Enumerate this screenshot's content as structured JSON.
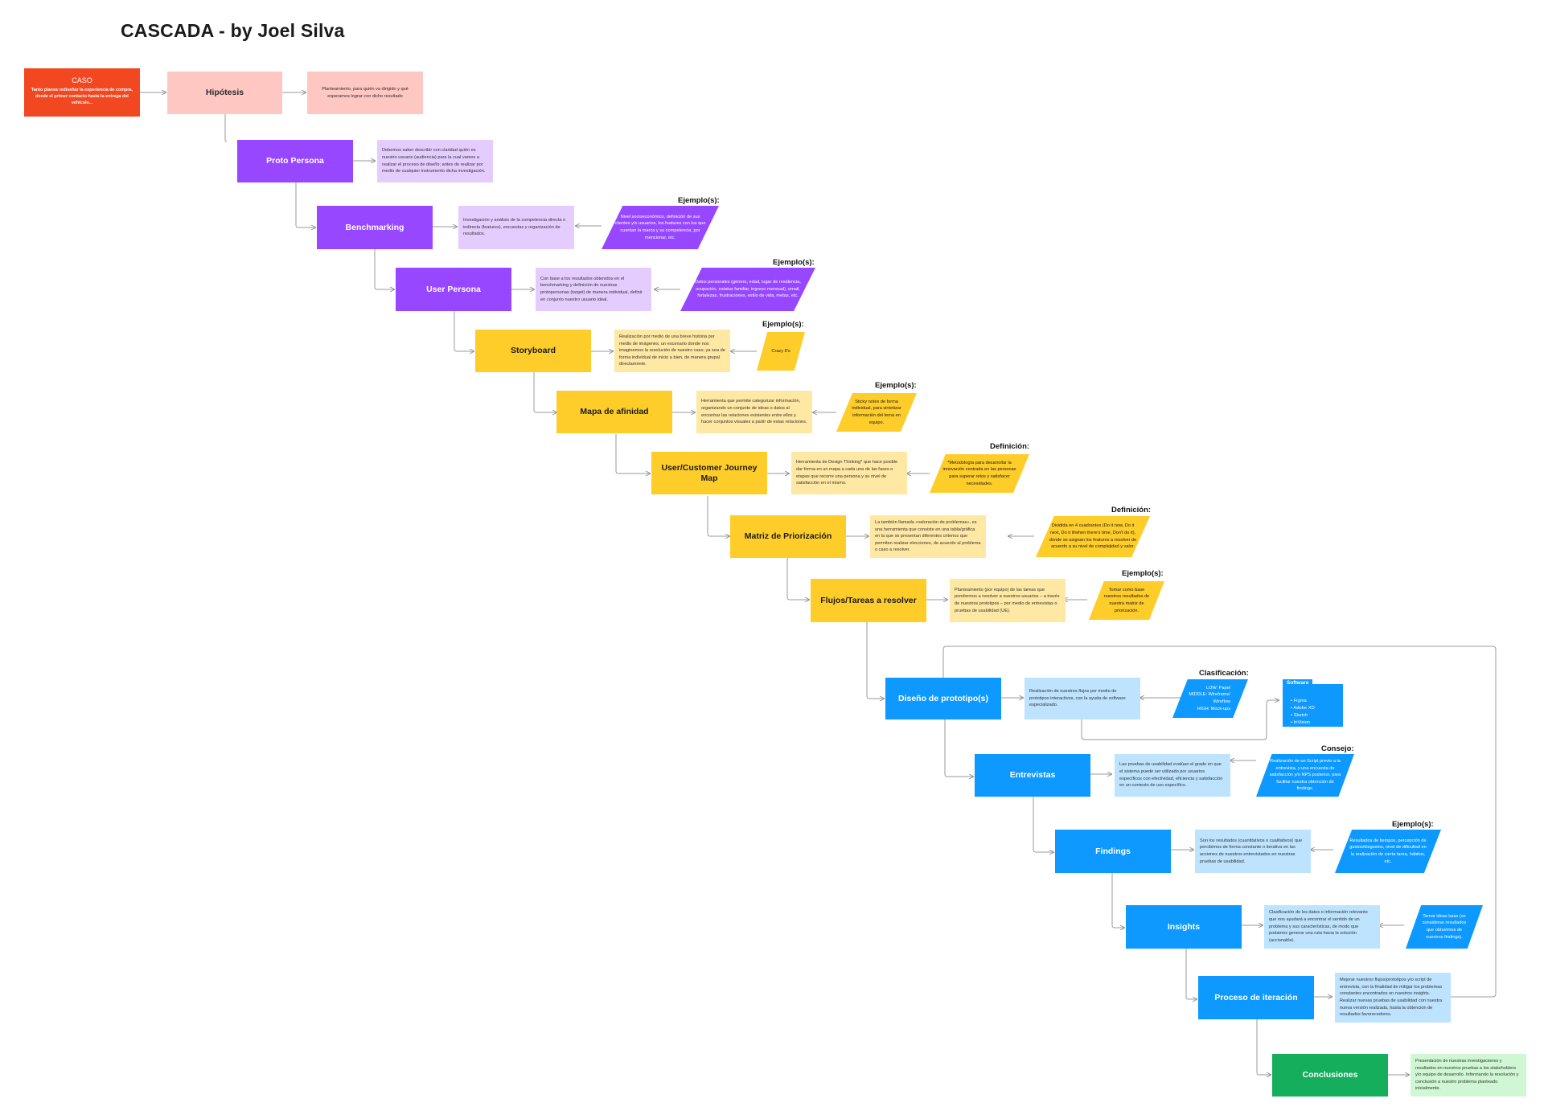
{
  "title": "CASCADA - by Joel Silva",
  "caso": {
    "heading": "CASO",
    "text": "Tanto planea rediseñar la experiencia de compra, desde el primer contacto hasta la entrega del vehículo..."
  },
  "steps": {
    "hipotesis": "Hipótesis",
    "proto_persona": "Proto Persona",
    "benchmarking": "Benchmarking",
    "user_persona": "User Persona",
    "storyboard": "Storyboard",
    "mapa_afinidad": "Mapa de afinidad",
    "journey_map": "User/Customer Journey Map",
    "matriz": "Matriz de Priorización",
    "flujos": "Flujos/Tareas a resolver",
    "prototipo": "Diseño de prototipo(s)",
    "entrevistas": "Entrevistas",
    "findings": "Findings",
    "insights": "Insights",
    "iteracion": "Proceso de iteración",
    "conclusiones": "Conclusiones"
  },
  "descriptions": {
    "hipotesis": "Planteamiento, para quién va dirigido y qué esperamos lograr con dicho resultado",
    "proto_persona": "Debemos saber describir con claridad quién es nuestro usuario (audiencia) para la cual vamos a realizar el proceso de diseño; antes de realizar por medio de cualquier instrumento dicha investigación.",
    "benchmarking": "Investigación y análisis de la competencia directa o indirecta (features), encuestas y organización de resultados.",
    "user_persona": "Con base a los resultados obtenidos en el benchmarking y definición de nuestras protopersonas (target) de manera individual, definir en conjunto nuestro usuario ideal.",
    "storyboard": "Realización por medio de una breve historia por medio de imágenes, un escenario donde nos imaginemos la resolución de nuestro caso; ya sea de forma individual de inicio a bien, de manera grupal directamente.",
    "mapa_afinidad": "Herramienta que permite categorizar información, organizando un conjunto de ideas o datos al encontrar las relaciones existentes entre ellos y hacer conjuntos visuales a partir de estas relaciones.",
    "journey_map": "Herramienta de Design Thinking* que hace posible dar forma en un mapa a cada una de las fases o etapas que recorre una persona y su nivel de satisfacción en el mismo.",
    "matriz": "La también llamada «valoración de problemas», es una herramienta que consiste en una tabla/gráfica en la que se presentan diferentes criterios que permiten realizar elecciones, de acuerdo al problema o caso a resolver.",
    "flujos": "Planteamiento (por equipo) de las tareas que pondremos a resolver a nuestros usuarios – a través de nuestros prototipos – por medio de entrevistas o pruebas de usabilidad (UE).",
    "prototipo": "Realización de nuestros flujos por medio de prototipos interactivos, con la ayuda de software especializado.",
    "entrevistas": "Las pruebas de usabilidad evalúan el grado en que el sistema puede ser utilizado por usuarios específicos con efectividad, eficiencia y satisfacción en un contexto de uso específico.",
    "findings": "Son los resultados (cuantitativos o cualitativos) que percibimos de forma constante o iterativa en las acciones de nuestros entrevistados en nuestras pruebas de usabilidad.",
    "insights": "Clasificación de los datos o información relevante que nos ayudará a encontrar el sentido de un problema y sus características, de modo que podamos generar una ruta hacia la solución (accionable).",
    "iteracion": "Mejorar nuestros flujos/prototipos y/o script de entrevista, con la finalidad de mitigar los problemas constantes encontrados en nuestros insights. Realizar nuevas pruebas de usabilidad con nuestra nueva versión realizada, hasta la obtención de resultados favorecedores.",
    "conclusiones": "Presentación de nuestras investigaciones y resultados en nuestros pruebas a los stakeholders y/o equipo de desarrollo. Informando la resolución y conclusión a nuestro problema planteado inicialmente."
  },
  "labels": {
    "ejemplo": "Ejemplo(s):",
    "definicion": "Definición:",
    "clasificacion": "Clasificación:",
    "consejo": "Consejo:"
  },
  "examples": {
    "benchmarking": "Nivel socioeconómico, definición de sus clientes y/o usuarios, los features con los que cuentan la marca y su competencia, por mencionar, etc.",
    "user_persona": "Datos personales (género, edad, lugar de residencia, ocupación, estatus familiar, ingreso mensual), email, fortalezas, frustraciones, estilo de vida, metas, etc.",
    "storyboard": "Crazy 8's",
    "mapa_afinidad": "Sticky notes de forma individual, para sintetizar información del tema en equipo.",
    "journey_map": "*Metodología para desarrollar la innovación centrada en las personas para superar retos y satisfacer necesidades.",
    "matriz": "Dividida en 4 cuadrantes (Do it now, Do it next, Do it if/when there's time, Don't do it), donde se asignan los features a resolver de acuerdo a su nivel de complejidad y valor.",
    "flujos": "Tomar como base nuestros resultados de nuestra matriz de priorización.",
    "findings": "Resultados de tiempos, percepción de gustos/disgustos, nivel de dificultad en la realización de cierta tarea, hábitos, etc.",
    "insights": "Tomar ideas base (se consideran resultados que obtuvimos de nuestros findings)."
  },
  "clasificacion": [
    "LOW: Papel",
    "MIDDLE: Wireframe/ Wireflow",
    "HIGH: Mock-ups"
  ],
  "consejo": "Realización de un Script previo a la entrevista, y una encuesta de satisfacción y/o NPS posterior, para facilitar nuestra obtención de findings.",
  "software": {
    "tab": "Software",
    "items": [
      "Figma",
      "Adobe XD",
      "Sketch",
      "InVision"
    ]
  }
}
